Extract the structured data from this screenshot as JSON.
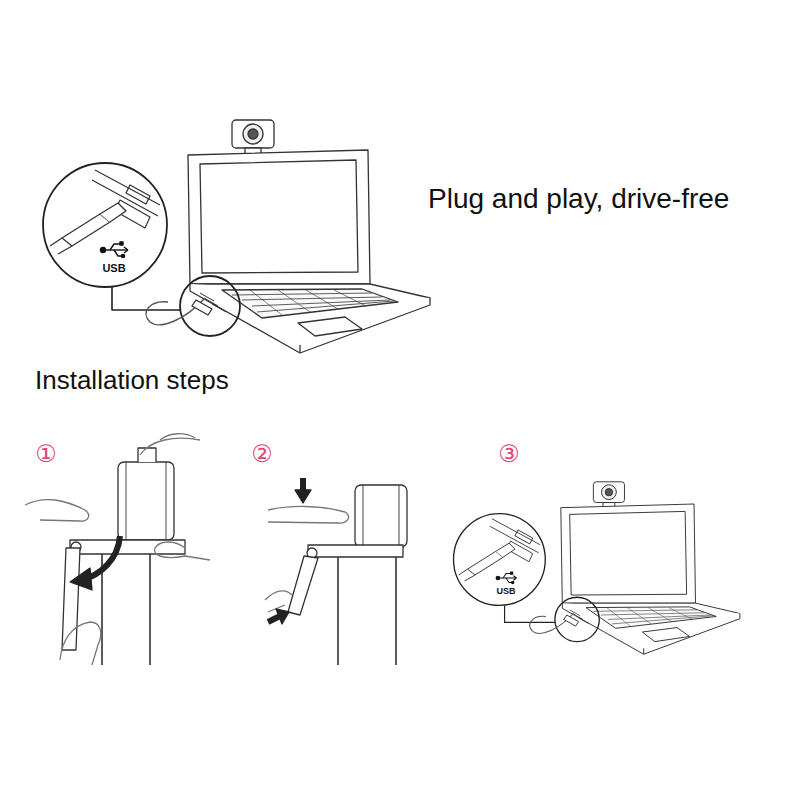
{
  "diagram": {
    "labels": [
      "USB",
      "Plug and play, drive-free",
      "Installation steps",
      "①",
      "②",
      "③",
      "USB"
    ]
  }
}
